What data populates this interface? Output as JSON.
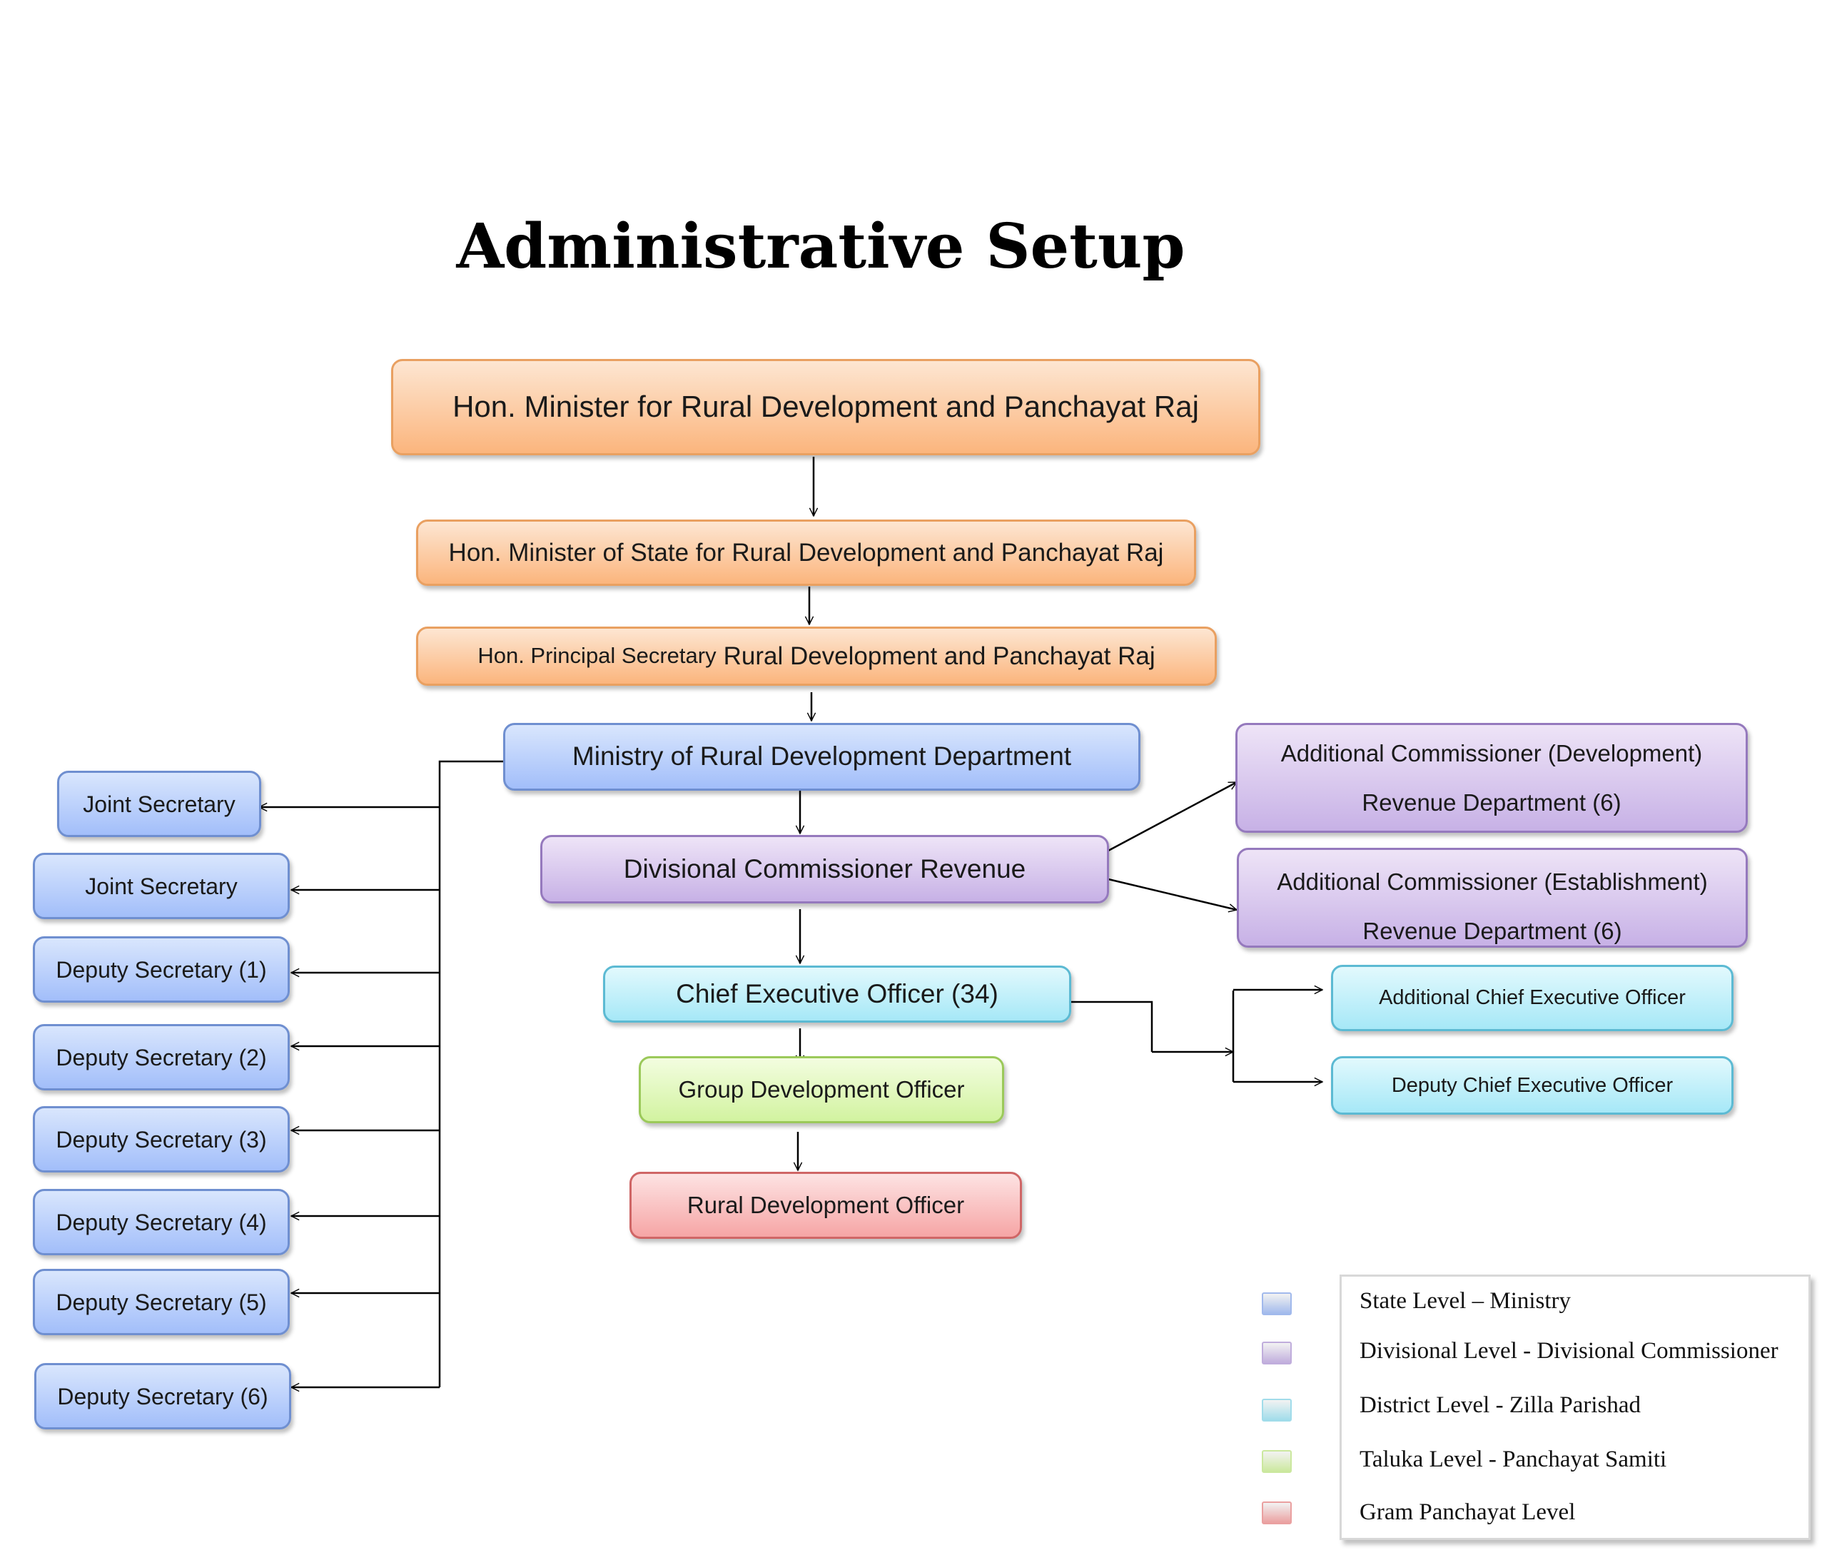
{
  "title": "Administrative Setup",
  "center": {
    "minister": "Hon. Minister for Rural Development and Panchayat Raj",
    "minister_of_state": "Hon. Minister of State for Rural Development and Panchayat Raj",
    "principal_secretary_prefix": "Hon. Principal Secretary",
    "principal_secretary_suffix": "Rural Development and Panchayat Raj",
    "ministry_department": "Ministry of Rural Development Department",
    "divisional_commissioner": "Divisional Commissioner Revenue",
    "ceo": "Chief Executive Officer (34)",
    "gdo": "Group Development Officer",
    "rdo": "Rural Development Officer"
  },
  "left_branch": [
    "Joint Secretary",
    "Joint Secretary",
    "Deputy Secretary (1)",
    "Deputy Secretary (2)",
    "Deputy Secretary (3)",
    "Deputy Secretary (4)",
    "Deputy Secretary (5)",
    "Deputy Secretary (6)"
  ],
  "right_branch": {
    "add_comm_dev_line1": "Additional Commissioner (Development)",
    "add_comm_dev_line2": "Revenue Department (6)",
    "add_comm_est_line1": "Additional Commissioner (Establishment)",
    "add_comm_est_line2": "Revenue Department (6)",
    "additional_ceo": "Additional Chief Executive Officer",
    "deputy_ceo": "Deputy Chief Executive Officer"
  },
  "legend": [
    {
      "label": "State Level – Ministry",
      "color": "#a9c3f8"
    },
    {
      "label": "Divisional Level - Divisional Commissioner",
      "color": "#cab6e8"
    },
    {
      "label": "District Level - Zilla Parishad",
      "color": "#a9e8f6"
    },
    {
      "label": "Taluka Level - Panchayat Samiti",
      "color": "#d6f4a6"
    },
    {
      "label": "Gram Panchayat Level",
      "color": "#f6a8a8"
    }
  ]
}
